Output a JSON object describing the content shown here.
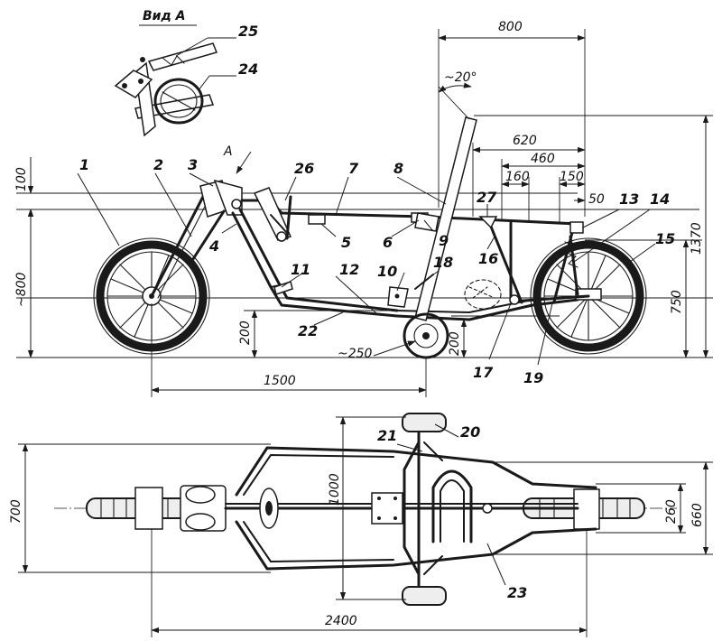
{
  "view_title": "Вид А",
  "view_marker": "А",
  "callouts": [
    "1",
    "2",
    "3",
    "4",
    "5",
    "6",
    "7",
    "8",
    "9",
    "10",
    "11",
    "12",
    "13",
    "14",
    "15",
    "16",
    "17",
    "18",
    "19",
    "20",
    "21",
    "22",
    "23",
    "24",
    "25",
    "26",
    "27"
  ],
  "dimensions": {
    "d800_top": "800",
    "angle_20": "~20°",
    "d620": "620",
    "d460": "460",
    "d160": "160",
    "d150": "150",
    "d50": "50",
    "d100": "100",
    "d800_left": "~800",
    "d200_left": "200",
    "d250": "~250",
    "d200_mid": "200",
    "d750": "750",
    "d1370": "1370",
    "d1500": "1500",
    "d1000": "1000",
    "d700": "700",
    "d260": "260",
    "d660": "660",
    "d2400": "2400"
  }
}
